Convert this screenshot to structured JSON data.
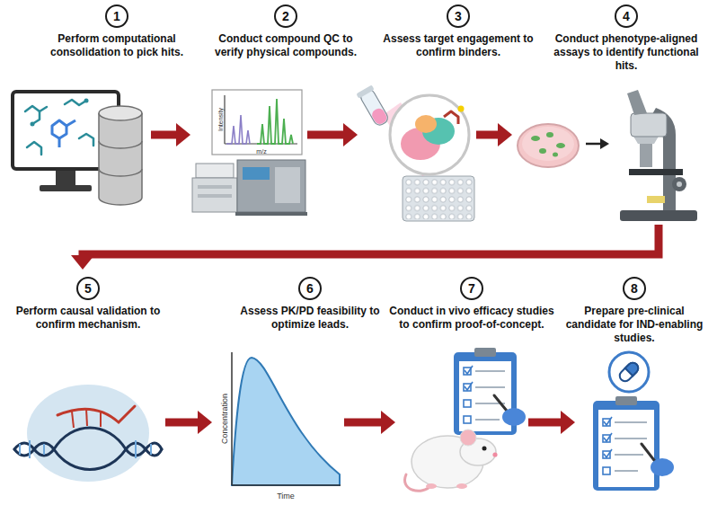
{
  "diagram": {
    "nodes": [
      {
        "text": [
          "1",
          "Perform computational consolidation to pick hits."
        ]
      },
      {
        "text": [
          "2",
          "Conduct compound QC to verify physical compounds."
        ]
      },
      {
        "text": [
          "3",
          "Assess target engagement to confirm binders."
        ]
      },
      {
        "text": [
          "4",
          "Conduct phenotype-aligned assays to identify functional hits."
        ]
      },
      {
        "text": [
          "5",
          "Perform causal validation to confirm mechanism."
        ]
      },
      {
        "text": [
          "6",
          "Assess PK/PD feasibility to optimize leads."
        ]
      },
      {
        "text": [
          "7",
          "Conduct in vivo efficacy studies to confirm proof-of-concept."
        ]
      },
      {
        "text": [
          "8",
          "Prepare pre-clinical candidate for IND-enabling studies."
        ]
      }
    ],
    "edges": [
      {
        "from": 0,
        "to": 1,
        "arrow": "to"
      },
      {
        "from": 1,
        "to": 2,
        "arrow": "to"
      },
      {
        "from": 2,
        "to": 3,
        "arrow": "to"
      },
      {
        "from": 3,
        "to": 4,
        "arrow": "to"
      },
      {
        "from": 4,
        "to": 5,
        "arrow": "to"
      },
      {
        "from": 5,
        "to": 6,
        "arrow": "to"
      },
      {
        "from": 6,
        "to": 7,
        "arrow": "to"
      }
    ],
    "labels": [
      "Intensity",
      "m/z",
      "Concentration",
      "Time"
    ]
  }
}
